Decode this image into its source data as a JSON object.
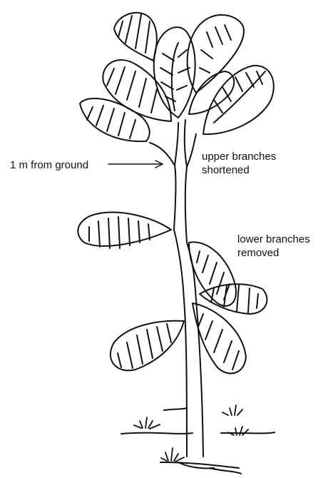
{
  "annotations": {
    "height_marker": "1 m from ground",
    "upper_branches": [
      "upper branches",
      "shortened"
    ],
    "lower_branches": [
      "lower branches",
      "removed"
    ]
  },
  "colors": {
    "ink": "#111111",
    "paper": "#ffffff"
  },
  "icons": [
    "tree-illustration",
    "leaf",
    "grass-tuft",
    "arrow"
  ]
}
